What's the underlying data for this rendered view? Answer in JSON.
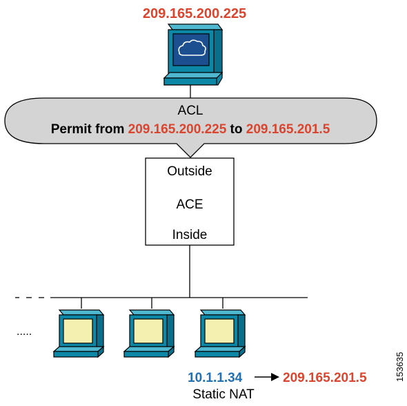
{
  "top_host": {
    "ip": "209.165.200.225",
    "icon": "cloud-monitor-icon"
  },
  "acl": {
    "title": "ACL",
    "line_prefix": "Permit from ",
    "source_ip": "209.165.200.225",
    "connector": " to ",
    "dest_ip": "209.165.201.5"
  },
  "ace": {
    "outside_label": "Outside",
    "name": "ACE",
    "inside_label": "Inside"
  },
  "nat": {
    "real_ip": "10.1.1.34",
    "mapped_ip": "209.165.201.5",
    "label": "Static NAT"
  },
  "figure_id": "153635",
  "colors": {
    "red": "#d9452f",
    "blue": "#1f70b5",
    "bubble_fill": "#d4d4d4",
    "monitor_teal": "#0d87a6",
    "screen_yellow": "#f4f0b0",
    "screen_blue": "#1b4f8f"
  }
}
